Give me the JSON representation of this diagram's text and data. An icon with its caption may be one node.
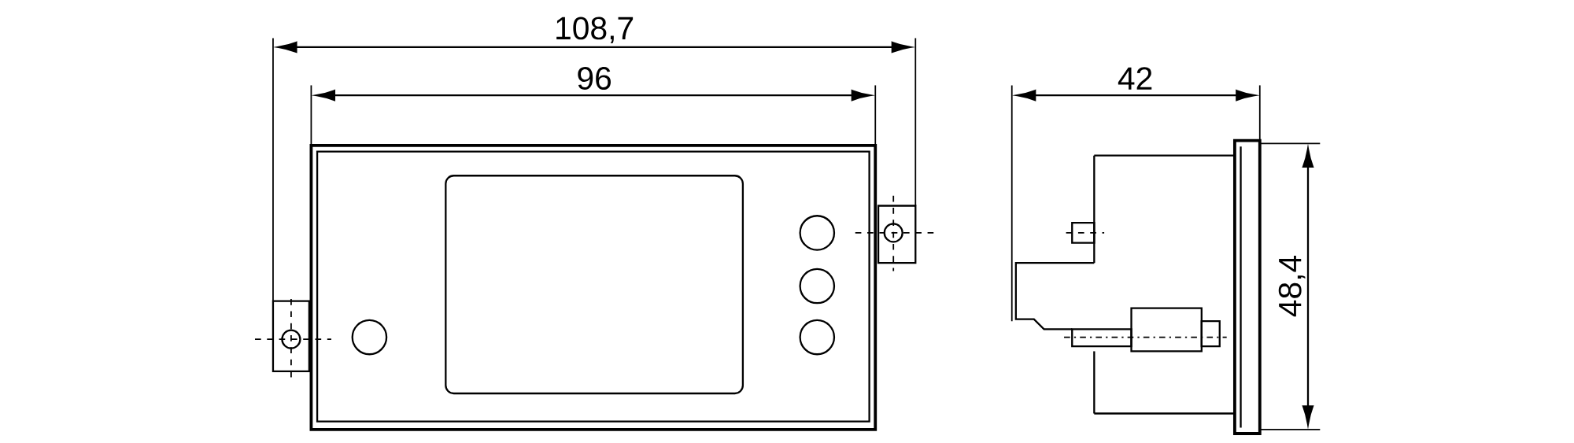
{
  "diagram": {
    "labels": [
      "108,7",
      "96",
      "42",
      "48,4"
    ]
  }
}
